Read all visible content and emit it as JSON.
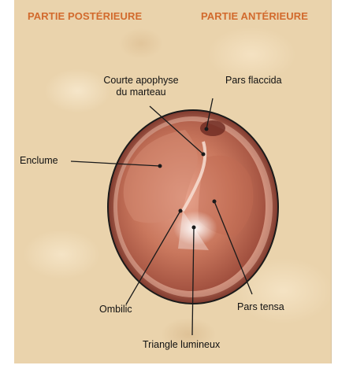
{
  "header": {
    "left_title": "PARTIE POSTÉRIEURE",
    "right_title": "PARTIE ANTÉRIEURE"
  },
  "labels": {
    "courte_apophyse": "Courte apophyse\ndu marteau",
    "pars_flaccida": "Pars flaccida",
    "enclume": "Enclume",
    "ombilic": "Ombilic",
    "pars_tensa": "Pars tensa",
    "triangle_lumineux": "Triangle lumineux"
  },
  "colors": {
    "header_text": "#d26a2d",
    "background": "#ead3ac"
  }
}
